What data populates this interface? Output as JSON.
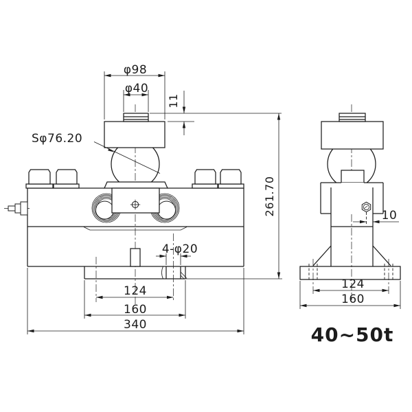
{
  "drawing": {
    "capacity_label": "40~50t",
    "front_view": {
      "dim_cap_diameter": "φ98",
      "dim_stub_diameter": "φ40",
      "dim_stub_height": "11",
      "dim_sphere_diameter": "Sφ76.20",
      "dim_mount_holes": "4-φ20",
      "dim_hole_spacing": "124",
      "dim_foot_width": "160",
      "dim_body_width": "340",
      "dim_overall_height": "261.70"
    },
    "side_view": {
      "dim_bolt_offset": "10",
      "dim_hole_spacing": "124",
      "dim_base_width": "160"
    }
  }
}
